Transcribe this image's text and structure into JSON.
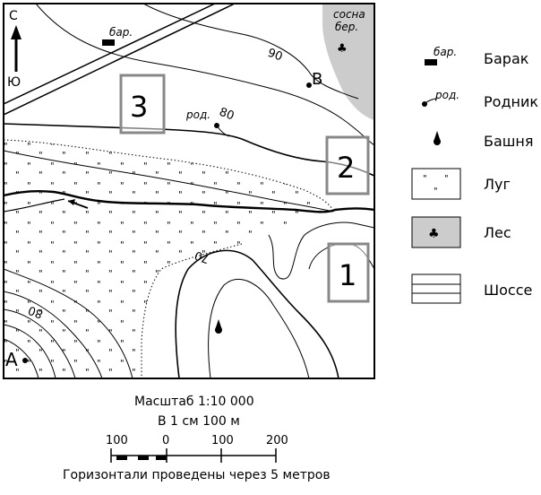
{
  "map": {
    "north_letter": "С",
    "south_letter": "Ю",
    "square_labels": [
      "3",
      "2",
      "1"
    ],
    "contour_labels": [
      "90",
      "80",
      "70",
      "80"
    ],
    "point_a": "А",
    "point_b": "В",
    "barak_short": "бар.",
    "rodnik_short": "род.",
    "forest_line1": "сосна",
    "forest_line2": "бер.",
    "meadow_mark": "\"",
    "forest_color": "#cccccc",
    "frame_color": "#888888"
  },
  "legend": {
    "items": [
      {
        "label": "Барак",
        "short": "бар."
      },
      {
        "label": "Родник",
        "short": "род."
      },
      {
        "label": "Башня"
      },
      {
        "label": "Луг"
      },
      {
        "label": "Лес"
      },
      {
        "label": "Шоссе"
      }
    ]
  },
  "scale": {
    "title": "Масштаб 1:10 000",
    "subtitle": "В 1 см 100 м",
    "ticks": [
      "100",
      "0",
      "100",
      "200"
    ],
    "footer": "Горизонтали проведены через 5 метров"
  }
}
